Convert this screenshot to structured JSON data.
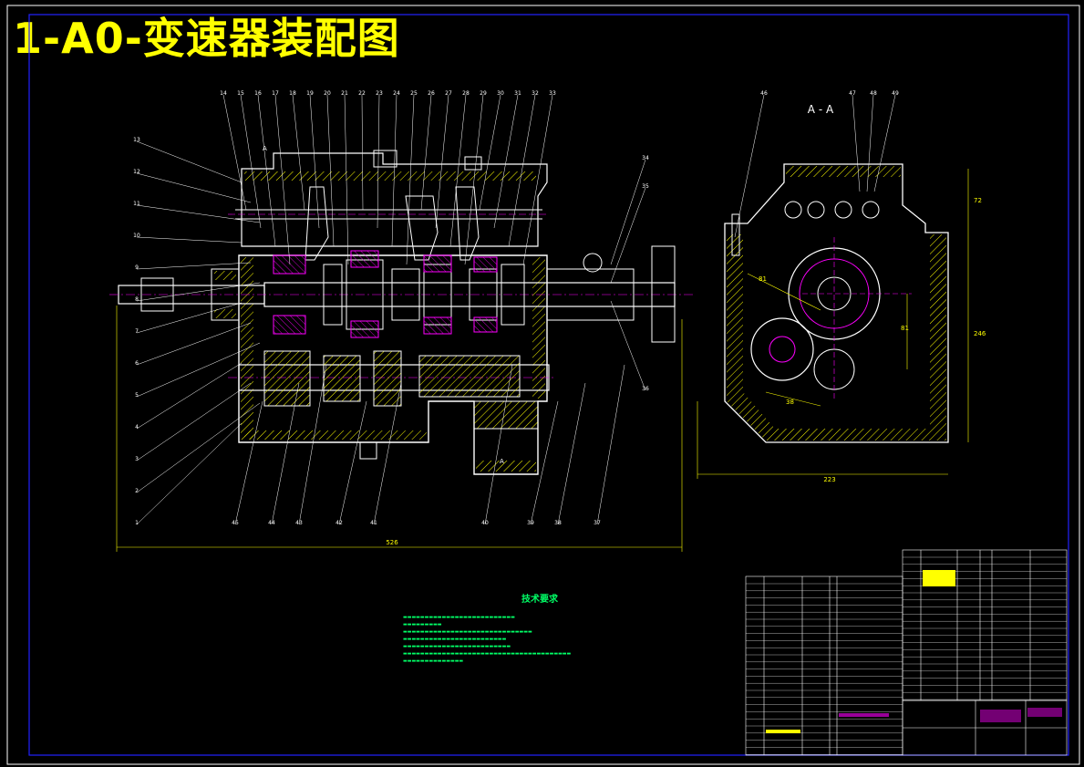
{
  "title": "1-A0-变速器装配图",
  "section_label": "A - A",
  "technical_requirements": {
    "heading": "技术要求"
  },
  "dimensions": {
    "overall_length": "526",
    "section_width": "223",
    "section_height": "246",
    "section_top": "72",
    "center_1": "81",
    "center_2": "81",
    "center_3": "38"
  },
  "part_numbers_top": [
    "14",
    "15",
    "16",
    "17",
    "18",
    "19",
    "20",
    "21",
    "22",
    "23",
    "24",
    "25",
    "26",
    "27",
    "28",
    "29",
    "30",
    "31",
    "32",
    "33"
  ],
  "part_numbers_left": [
    "13",
    "12",
    "11",
    "10",
    "9",
    "8",
    "7",
    "6",
    "5",
    "4",
    "3",
    "2",
    "1"
  ],
  "part_numbers_bottom": [
    "45",
    "44",
    "43",
    "42",
    "41",
    "40",
    "39",
    "38",
    "37"
  ],
  "part_numbers_right": [
    "34",
    "35",
    "36"
  ],
  "part_numbers_section": [
    "46",
    "47",
    "48",
    "49"
  ],
  "colors": {
    "outline": "#ffffff",
    "yellow": "#ffff00",
    "magenta": "#ff00ff",
    "cyan": "#00ffff",
    "green": "#00ff66",
    "frame_blue": "#2222ff"
  }
}
